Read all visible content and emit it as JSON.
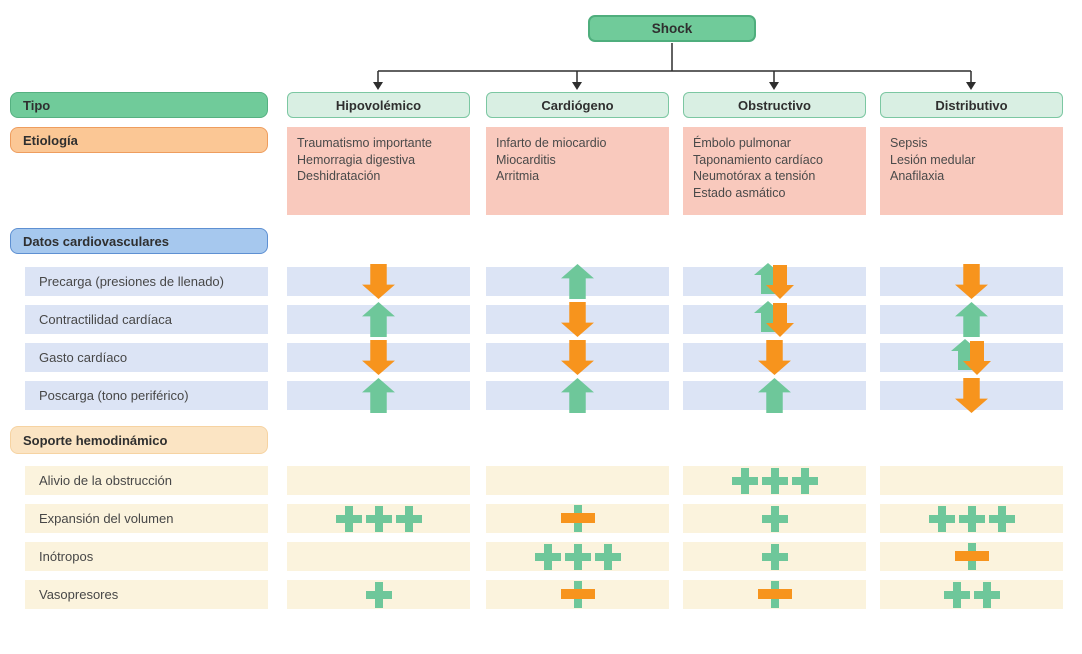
{
  "root": {
    "title": "Shock"
  },
  "section_labels": {
    "tipo": "Tipo",
    "etiologia": "Etiología",
    "datos": "Datos cardiovasculares",
    "soporte": "Soporte hemodinámico"
  },
  "columns": [
    {
      "label": "Hipovolémico",
      "etiologia": [
        "Traumatismo importante",
        "Hemorragia digestiva",
        "Deshidratación"
      ]
    },
    {
      "label": "Cardiógeno",
      "etiologia": [
        "Infarto de miocardio",
        "Miocarditis",
        "Arritmia"
      ]
    },
    {
      "label": "Obstructivo",
      "etiologia": [
        "Émbolo pulmonar",
        "Taponamiento cardíaco",
        "Neumotórax a tensión",
        "Estado asmático"
      ]
    },
    {
      "label": "Distributivo",
      "etiologia": [
        "Sepsis",
        "Lesión medular",
        "Anafilaxia"
      ]
    }
  ],
  "cardio_rows": [
    {
      "label": "Precarga (presiones de llenado)",
      "cells": [
        "down",
        "up",
        "up-down",
        "down"
      ]
    },
    {
      "label": "Contractilidad cardíaca",
      "cells": [
        "up",
        "down",
        "up-down",
        "up"
      ]
    },
    {
      "label": "Gasto cardíaco",
      "cells": [
        "down",
        "down",
        "down",
        "up-down"
      ]
    },
    {
      "label": "Poscarga (tono periférico)",
      "cells": [
        "up",
        "up",
        "up",
        "down"
      ]
    }
  ],
  "soporte_rows": [
    {
      "label": "Alivio de la obstrucción",
      "cells": [
        "none",
        "none",
        "plus3",
        "none"
      ]
    },
    {
      "label": "Expansión del volumen",
      "cells": [
        "plus3",
        "plus-minus",
        "plus1",
        "plus3"
      ]
    },
    {
      "label": "Inótropos",
      "cells": [
        "none",
        "plus3",
        "plus1",
        "plus-minus"
      ]
    },
    {
      "label": "Vasopresores",
      "cells": [
        "plus1",
        "plus-minus",
        "plus-minus",
        "plus2"
      ]
    }
  ],
  "symbols": {
    "up": "increase-arrow-icon",
    "down": "decrease-arrow-icon",
    "up-down": "variable-arrow-icon",
    "plus": "plus-icon",
    "plus-minus": "plus-minus-icon"
  },
  "colors": {
    "green_accent": "#6ec79a",
    "orange_accent": "#f7941d",
    "shock_fill": "#70cb9a",
    "mint_fill": "#d9efe3",
    "pink_fill": "#f9c9bd",
    "peach_fill": "#fbc795",
    "blue_fill": "#a6c8ee",
    "light_blue_bar": "#dce4f5",
    "cream_bar": "#fbf3dd",
    "soporte_fill": "#fbe4c3",
    "line_color": "#2e2e2e"
  }
}
